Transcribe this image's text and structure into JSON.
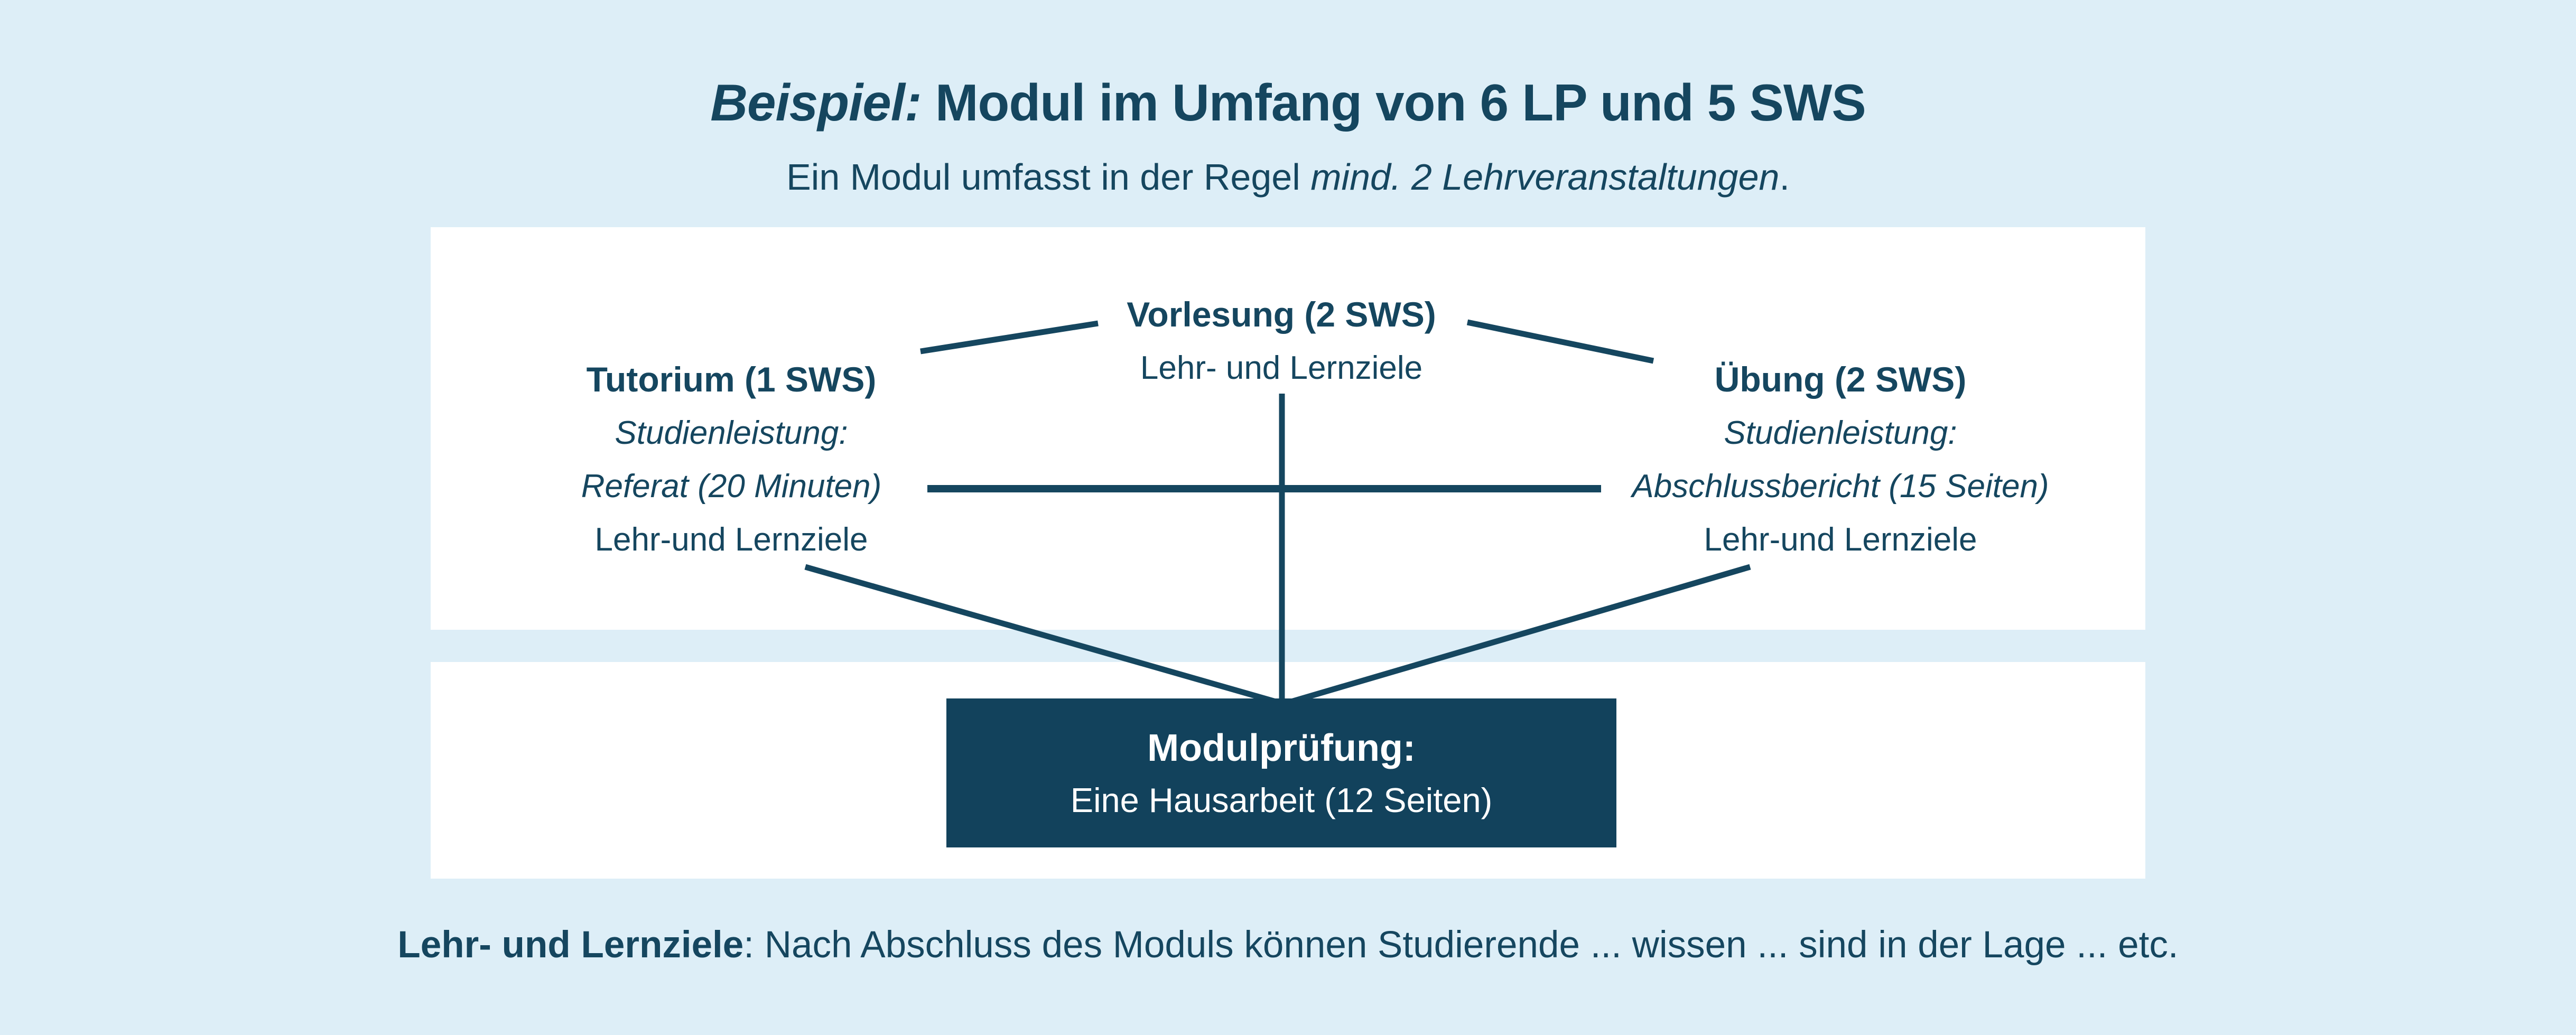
{
  "colors": {
    "background": "#ddeef7",
    "panel": "#ffffff",
    "accent": "#15465f",
    "box_fill": "#12425c",
    "box_text": "#ffffff"
  },
  "header": {
    "title_emphasis": "Beispiel:",
    "title_rest": " Modul im Umfang von 6 LP und 5 SWS",
    "subtitle_prefix": "Ein Modul umfasst in der Regel ",
    "subtitle_emphasis": "mind. 2 Lehrveranstaltungen",
    "subtitle_suffix": "."
  },
  "nodes": {
    "vorlesung": {
      "title": "Vorlesung (2 SWS)",
      "lines": [
        "Lehr- und Lernziele"
      ]
    },
    "tutorium": {
      "title": "Tutorium (1 SWS)",
      "italic_lines": [
        "Studienleistung:",
        "Referat (20 Minuten)"
      ],
      "lines": [
        "Lehr-und Lernziele"
      ]
    },
    "uebung": {
      "title": "Übung (2 SWS)",
      "italic_lines": [
        "Studienleistung:",
        "Abschlussbericht (15 Seiten)"
      ],
      "lines": [
        "Lehr-und Lernziele"
      ]
    }
  },
  "exam_box": {
    "title": "Modulprüfung:",
    "subtitle": "Eine Hausarbeit (12 Seiten)"
  },
  "footer": {
    "bold": "Lehr- und Lernziele",
    "rest": ": Nach Abschluss des Moduls können Studierende ... wissen ... sind in der Lage ... etc."
  }
}
